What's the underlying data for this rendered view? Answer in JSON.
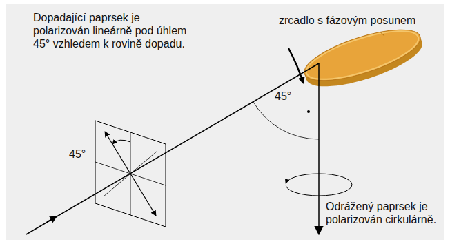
{
  "diagram": {
    "labels": [
      "Dopadající paprsek je polarizován lineárně pod úhlem 45° vzhledem k rovině dopadu.",
      "zrcadlo s fázovým posunem",
      "45°",
      "45°",
      "Odrážený paprsek je polarizován cirkulárně."
    ]
  }
}
